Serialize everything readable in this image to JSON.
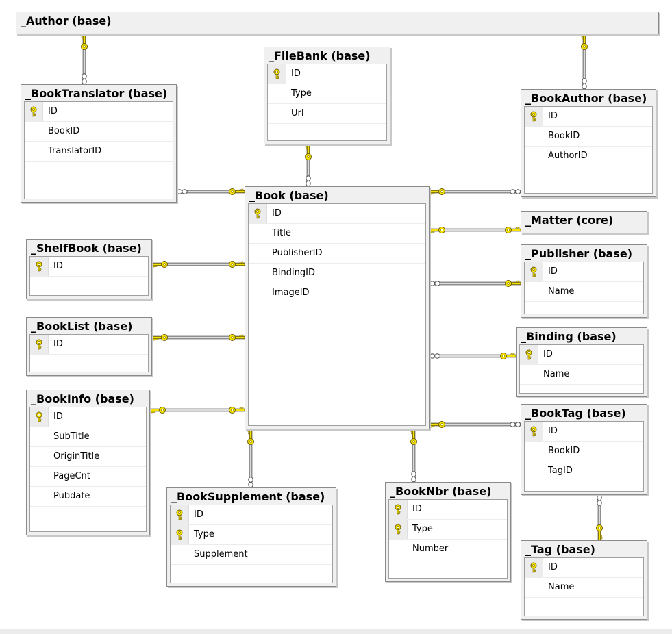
{
  "diagram": {
    "tables": [
      {
        "id": "author",
        "title": "_Author (base)",
        "columns": []
      },
      {
        "id": "filebank",
        "title": "_FileBank (base)",
        "columns": [
          {
            "name": "ID",
            "key": true
          },
          {
            "name": "Type",
            "key": false
          },
          {
            "name": "Url",
            "key": false
          }
        ]
      },
      {
        "id": "booktranslator",
        "title": "_BookTranslator (base)",
        "columns": [
          {
            "name": "ID",
            "key": true
          },
          {
            "name": "BookID",
            "key": false
          },
          {
            "name": "TranslatorID",
            "key": false
          }
        ]
      },
      {
        "id": "bookauthor",
        "title": "_BookAuthor (base)",
        "columns": [
          {
            "name": "ID",
            "key": true
          },
          {
            "name": "BookID",
            "key": false
          },
          {
            "name": "AuthorID",
            "key": false
          }
        ]
      },
      {
        "id": "book",
        "title": "_Book (base)",
        "columns": [
          {
            "name": "ID",
            "key": true
          },
          {
            "name": "Title",
            "key": false
          },
          {
            "name": "PublisherID",
            "key": false
          },
          {
            "name": "BindingID",
            "key": false
          },
          {
            "name": "ImageID",
            "key": false
          }
        ]
      },
      {
        "id": "matter",
        "title": "_Matter (core)",
        "columns": []
      },
      {
        "id": "shelfbook",
        "title": "_ShelfBook (base)",
        "columns": [
          {
            "name": "ID",
            "key": true
          }
        ]
      },
      {
        "id": "publisher",
        "title": "_Publisher (base)",
        "columns": [
          {
            "name": "ID",
            "key": true
          },
          {
            "name": "Name",
            "key": false
          }
        ]
      },
      {
        "id": "booklist",
        "title": "_BookList (base)",
        "columns": [
          {
            "name": "ID",
            "key": true
          }
        ]
      },
      {
        "id": "binding",
        "title": "_Binding (base)",
        "columns": [
          {
            "name": "ID",
            "key": true
          },
          {
            "name": "Name",
            "key": false
          }
        ]
      },
      {
        "id": "bookinfo",
        "title": "_BookInfo (base)",
        "columns": [
          {
            "name": "ID",
            "key": true
          },
          {
            "name": "SubTitle",
            "key": false
          },
          {
            "name": "OriginTitle",
            "key": false
          },
          {
            "name": "PageCnt",
            "key": false
          },
          {
            "name": "Pubdate",
            "key": false
          }
        ]
      },
      {
        "id": "booktag",
        "title": "_BookTag (base)",
        "columns": [
          {
            "name": "ID",
            "key": true
          },
          {
            "name": "BookID",
            "key": false
          },
          {
            "name": "TagID",
            "key": false
          }
        ]
      },
      {
        "id": "booksupplement",
        "title": "_BookSupplement (base)",
        "columns": [
          {
            "name": "ID",
            "key": true
          },
          {
            "name": "Type",
            "key": true
          },
          {
            "name": "Supplement",
            "key": false
          }
        ]
      },
      {
        "id": "booknbr",
        "title": "_BookNbr (base)",
        "columns": [
          {
            "name": "ID",
            "key": true
          },
          {
            "name": "Type",
            "key": true
          },
          {
            "name": "Number",
            "key": false
          }
        ]
      },
      {
        "id": "tag",
        "title": "_Tag (base)",
        "columns": [
          {
            "name": "ID",
            "key": true
          },
          {
            "name": "Name",
            "key": false
          }
        ]
      }
    ],
    "colors": {
      "key_fill": "#f5e100",
      "key_stroke": "#6b5d00",
      "line": "#8f8f8f",
      "line_fill": "#dcdcdc",
      "header_bg": "#f0f0f0",
      "border": "#8a8a8a"
    },
    "relationships": [
      {
        "from": "author",
        "to": "booktranslator",
        "from_end": "key",
        "to_end": "infinity"
      },
      {
        "from": "author",
        "to": "bookauthor",
        "from_end": "key",
        "to_end": "infinity"
      },
      {
        "from": "filebank",
        "to": "book",
        "from_end": "key",
        "to_end": "infinity"
      },
      {
        "from": "book",
        "to": "booktranslator",
        "from_end": "key",
        "to_end": "infinity"
      },
      {
        "from": "book",
        "to": "bookauthor",
        "from_end": "key",
        "to_end": "infinity"
      },
      {
        "from": "book",
        "to": "matter",
        "from_end": "key",
        "to_end": "key"
      },
      {
        "from": "publisher",
        "to": "book",
        "from_end": "key",
        "to_end": "infinity"
      },
      {
        "from": "binding",
        "to": "book",
        "from_end": "key",
        "to_end": "infinity"
      },
      {
        "from": "book",
        "to": "booktag",
        "from_end": "key",
        "to_end": "infinity"
      },
      {
        "from": "book",
        "to": "shelfbook",
        "from_end": "key",
        "to_end": "key"
      },
      {
        "from": "book",
        "to": "booklist",
        "from_end": "key",
        "to_end": "key"
      },
      {
        "from": "book",
        "to": "bookinfo",
        "from_end": "key",
        "to_end": "key"
      },
      {
        "from": "book",
        "to": "booksupplement",
        "from_end": "key",
        "to_end": "infinity"
      },
      {
        "from": "book",
        "to": "booknbr",
        "from_end": "key",
        "to_end": "infinity"
      },
      {
        "from": "tag",
        "to": "booktag",
        "from_end": "key",
        "to_end": "infinity"
      }
    ]
  }
}
